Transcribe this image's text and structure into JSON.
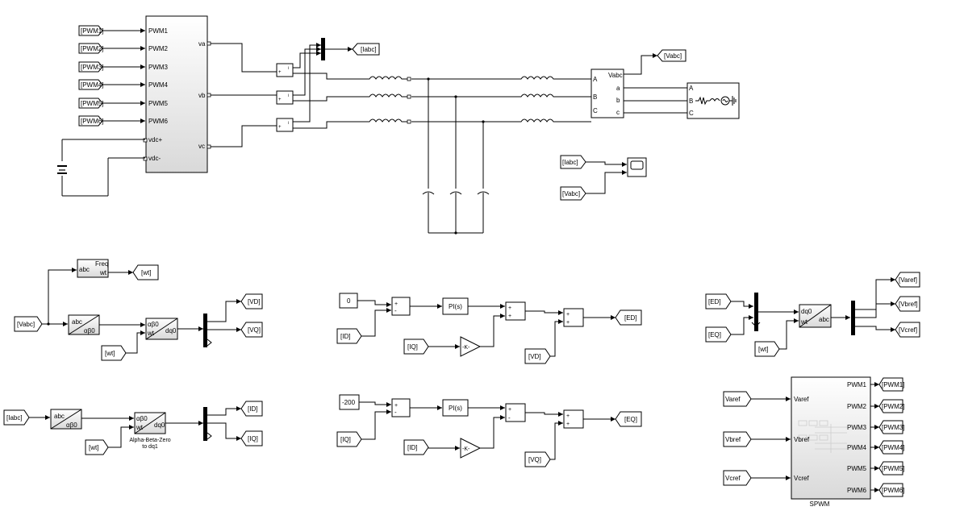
{
  "tags": {
    "pwm1": "[PWM1]",
    "pwm2": "[PWM2]",
    "pwm3": "[PWM3]",
    "pwm4": "[PWM4]",
    "pwm5": "[PWM5]",
    "pwm6": "[PWM6]",
    "iabc": "[Iabc]",
    "vabc": "[Vabc]",
    "wt": "[wt]",
    "vd": "[VD]",
    "vq": "[VQ]",
    "id": "[ID]",
    "iq": "[IQ]",
    "ed": "[ED]",
    "eq": "[EQ]",
    "varef": "[Varef]",
    "vbref": "[Vbref]",
    "vcref": "[Vcref]",
    "pwm1_out": "[PWM1]",
    "pwm2_out": "[PWM2]",
    "pwm3_out": "[PWM3]",
    "pwm4_out": "[PWM4]",
    "pwm5_out": "[PWM5]",
    "pwm6_out": "[PWM6]"
  },
  "inverter": {
    "inputs": [
      "PWM1",
      "PWM2",
      "PWM3",
      "PWM4",
      "PWM5",
      "PWM6",
      "vdc+",
      "vdc-"
    ],
    "outputs": [
      "va",
      "vb",
      "vc"
    ]
  },
  "meas": {
    "port_vabc": "Vabc",
    "ports_left": [
      "A",
      "B",
      "C"
    ],
    "ports_right": [
      "a",
      "b",
      "c"
    ]
  },
  "load": {
    "ports": [
      "A",
      "B",
      "C"
    ]
  },
  "pll": {
    "in": "abc",
    "freq": "Freq",
    "wt": "wt"
  },
  "clarke": {
    "top": "abc",
    "bottom": "αβ0"
  },
  "park": {
    "in1": "αβ0",
    "in2": "wt",
    "out": "dq0"
  },
  "park_caption": {
    "line1": "Alpha-Beta-Zero",
    "line2": "to dq1"
  },
  "invpark": {
    "in1": "dq0",
    "in2": "wt",
    "out": "abc"
  },
  "controller": {
    "ref_d": "0",
    "ref_q": "-200",
    "pi": "PI(s)",
    "gain": "-K-",
    "plus": "+",
    "minus": "-"
  },
  "spwm": {
    "title": "SPWM",
    "inputs": [
      "Varef",
      "Vbref",
      "Vcref"
    ],
    "outputs": [
      "PWM1",
      "PWM2",
      "PWM3",
      "PWM4",
      "PWM5",
      "PWM6"
    ],
    "in_labels": [
      "Varef",
      "Vbref",
      "Vcref"
    ]
  },
  "colors": {
    "block_fill": "#ffffff",
    "gradient_end": "#d9d9d9",
    "wire": "#000000",
    "port_red": "#cc0000"
  }
}
